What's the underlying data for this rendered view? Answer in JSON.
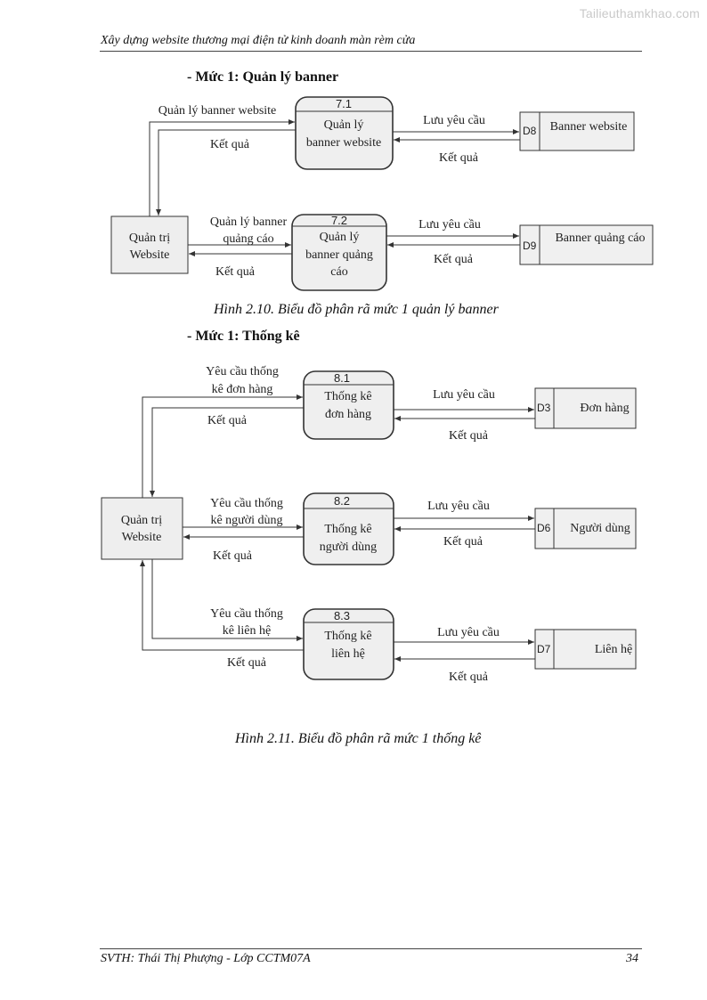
{
  "watermark": "Tailieuthamkhao.com",
  "header": {
    "title": "Xây dựng website thương mại điện tử kinh doanh màn rèm cửa"
  },
  "section1": {
    "heading": "- Mức 1: Quản lý banner"
  },
  "figure1": {
    "caption": "Hình 2.10. Biểu đồ phân rã mức 1 quản lý banner",
    "entity": [
      "Quản trị",
      "Website"
    ],
    "process_7_1": {
      "number": "7.1",
      "label": [
        "Quản lý",
        "banner website"
      ]
    },
    "process_7_2": {
      "number": "7.2",
      "label": [
        "Quản lý",
        "banner quảng",
        "cáo"
      ]
    },
    "store_d8": {
      "code": "D8",
      "name": "Banner website"
    },
    "store_d9": {
      "code": "D9",
      "name": "Banner quảng cáo"
    },
    "flows": {
      "req_7_1": "Quản lý banner website",
      "res_7_1": "Kết quả",
      "req_7_2": [
        "Quản lý banner",
        "quảng cáo"
      ],
      "res_7_2": "Kết quả",
      "save_d8": "Lưu yêu cầu",
      "ret_d8": "Kết quả",
      "save_d9": "Lưu yêu cầu",
      "ret_d9": "Kết quả"
    }
  },
  "section2": {
    "heading": "- Mức 1: Thống kê"
  },
  "figure2": {
    "caption": "Hình 2.11. Biểu đồ phân rã mức 1 thống kê",
    "entity": [
      "Quản trị",
      "Website"
    ],
    "process_8_1": {
      "number": "8.1",
      "label": [
        "Thống kê",
        "đơn hàng"
      ]
    },
    "process_8_2": {
      "number": "8.2",
      "label": [
        "Thống kê",
        "người dùng"
      ]
    },
    "process_8_3": {
      "number": "8.3",
      "label": [
        "Thống kê",
        "liên hệ"
      ]
    },
    "store_d3": {
      "code": "D3",
      "name": "Đơn hàng"
    },
    "store_d6": {
      "code": "D6",
      "name": "Người dùng"
    },
    "store_d7": {
      "code": "D7",
      "name": "Liên hệ"
    },
    "flows": {
      "req_8_1": [
        "Yêu cầu thống",
        "kê đơn hàng"
      ],
      "res_8_1": "Kết quả",
      "req_8_2": [
        "Yêu cầu thống",
        "kê người dùng"
      ],
      "res_8_2": "Kết quả",
      "req_8_3": [
        "Yêu cầu thống",
        "kê liên hệ"
      ],
      "res_8_3": "Kết quả",
      "save_d3": "Lưu yêu cầu",
      "ret_d3": "Kết quả",
      "save_d6": "Lưu yêu cầu",
      "ret_d6": "Kết quả",
      "save_d7": "Lưu yêu cầu",
      "ret_d7": "Kết quả"
    }
  },
  "footer": {
    "author": "SVTH: Thái Thị Phượng - Lớp CCTM07A",
    "page": "34"
  }
}
